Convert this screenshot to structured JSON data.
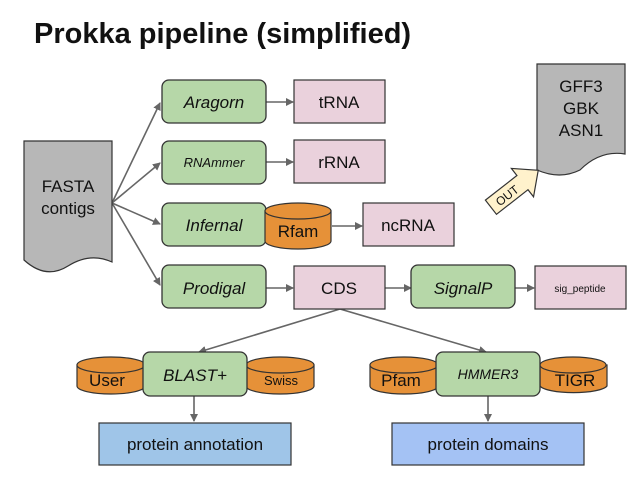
{
  "title": "Prokka pipeline (simplified)",
  "colors": {
    "tool": "#b6d7a8",
    "output": "#ead1dc",
    "database": "#e69138",
    "result": "#9fc5e8",
    "file": "#b7b7b7",
    "out_arrow": "#fff2cc",
    "edge": "#666666"
  },
  "input_file": {
    "line1": "FASTA",
    "line2": "contigs"
  },
  "output_file": {
    "line1": "GFF3",
    "line2": "GBK",
    "line3": "ASN1"
  },
  "out_arrow_label": "OUT",
  "tools": {
    "aragorn": "Aragorn",
    "rnammer": "RNAmmer",
    "infernal": "Infernal",
    "prodigal": "Prodigal",
    "signalp": "SignalP",
    "blast": "BLAST+",
    "hmmer": "HMMER3"
  },
  "outputs": {
    "trna": "tRNA",
    "rrna": "rRNA",
    "ncrna": "ncRNA",
    "cds": "CDS",
    "sig_peptide": "sig_peptide"
  },
  "databases": {
    "rfam1": "Rfam",
    "user": "User",
    "swiss": "Swiss",
    "pfam": "Pfam",
    "tigr": "TIGR"
  },
  "results": {
    "protein_annotation": "protein annotation",
    "protein_domains": "protein domains"
  }
}
